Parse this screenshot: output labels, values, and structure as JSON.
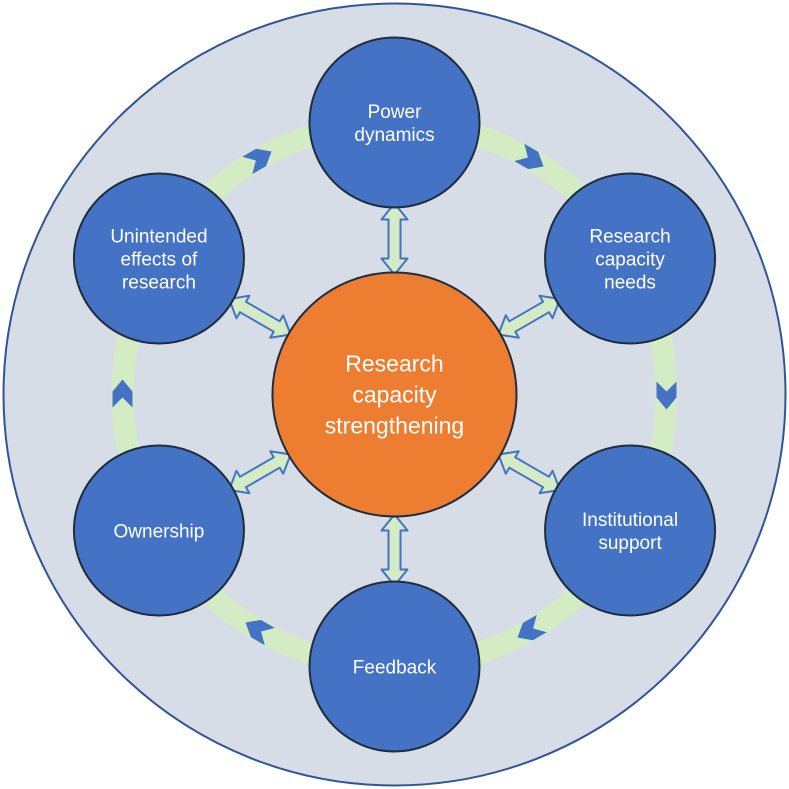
{
  "diagram": {
    "colors": {
      "outer_fill": "#d7dde7",
      "outer_stroke": "#2f5597",
      "ring": "#d3ecc4",
      "node_fill": "#4472c4",
      "node_stroke": "#1f2d3d",
      "center_fill": "#ed7d31",
      "arrow_fill": "#d5ebc6",
      "arrow_stroke": "#4472c4",
      "chevron_fill": "#4472c4"
    },
    "center": {
      "lines": [
        "Research",
        "capacity",
        "strengthening"
      ]
    },
    "nodes": [
      {
        "id": "power-dynamics",
        "lines": [
          "Power",
          "dynamics"
        ]
      },
      {
        "id": "research-capacity-needs",
        "lines": [
          "Research",
          "capacity",
          "needs"
        ]
      },
      {
        "id": "institutional-support",
        "lines": [
          "Institutional",
          "support"
        ]
      },
      {
        "id": "feedback",
        "lines": [
          "Feedback"
        ]
      },
      {
        "id": "ownership",
        "lines": [
          "Ownership"
        ]
      },
      {
        "id": "unintended-effects-of-research",
        "lines": [
          "Unintended",
          "effects of",
          "research"
        ]
      }
    ],
    "cycle_direction": "clockwise",
    "links": "bidirectional arrows between center and each node"
  }
}
